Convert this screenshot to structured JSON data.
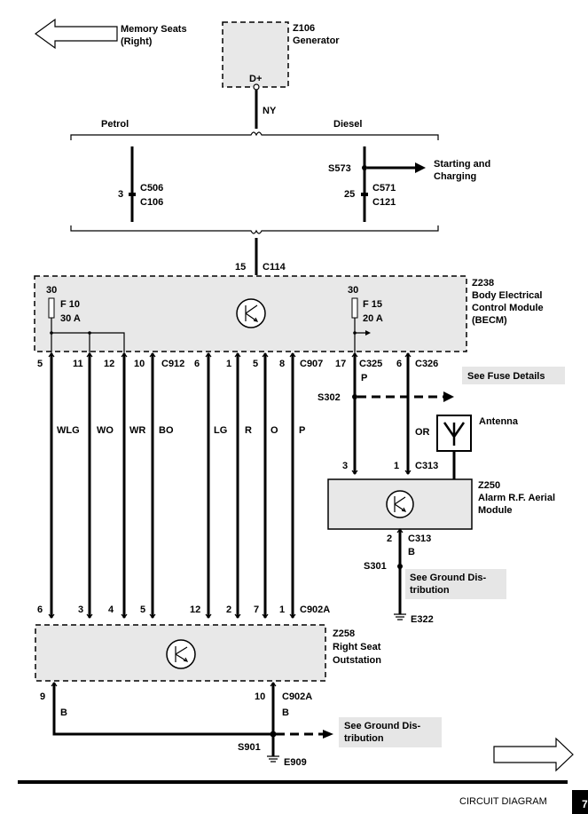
{
  "memory_seats_label": [
    "Memory Seats",
    "(Right)"
  ],
  "generator": {
    "id": "Z106",
    "name": "Generator",
    "pin": "D+"
  },
  "wire_ny": "NY",
  "petrol_label": "Petrol",
  "diesel_label": "Diesel",
  "connectors": {
    "c506": "C506",
    "c106": "C106",
    "petrol_pin": "3",
    "s573": "S573",
    "c571": "C571",
    "c121": "C121",
    "diesel_pin": "25",
    "c114": "C114",
    "c114_pin": "15"
  },
  "starting_charging": [
    "Starting and",
    "Charging"
  ],
  "becm": {
    "id": "Z238",
    "name": [
      "Body Electrical",
      "Control Module",
      "(BECM)"
    ],
    "fuse1": {
      "supply": "30",
      "id": "F 10",
      "rating": "30 A"
    },
    "fuse2": {
      "supply": "30",
      "id": "F 15",
      "rating": "20 A"
    }
  },
  "becm_pins": {
    "c912": [
      "5",
      "11",
      "12",
      "10"
    ],
    "c912_label": "C912",
    "c907": [
      "6",
      "1",
      "5",
      "8"
    ],
    "c907_label": "C907",
    "c325_pin": "17",
    "c325_label": "C325",
    "c325_wire": "P",
    "c326_pin": "6",
    "c326_label": "C326"
  },
  "see_fuse_details": "See Fuse Details",
  "s302": "S302",
  "wire_colors": [
    "WLG",
    "WO",
    "WR",
    "BO",
    "LG",
    "R",
    "O",
    "P"
  ],
  "wire_or": "OR",
  "antenna_label": "Antenna",
  "c313_top": {
    "pin_left": "3",
    "pin_right": "1",
    "label": "C313"
  },
  "alarm": {
    "id": "Z250",
    "name": [
      "Alarm R.F. Aerial",
      "Module"
    ]
  },
  "c313_bottom": {
    "pin": "2",
    "label": "C313",
    "wire": "B"
  },
  "s301": "S301",
  "see_ground_1": [
    "See Ground Dis-",
    "tribution"
  ],
  "e322": "E322",
  "c902a_top_pins": [
    "6",
    "3",
    "4",
    "5",
    "12",
    "2",
    "7",
    "1"
  ],
  "c902a_label": "C902A",
  "seat": {
    "id": "Z258",
    "name": [
      "Right Seat",
      "Outstation"
    ]
  },
  "c902a_bottom": {
    "pin_left": "9",
    "pin_right": "10",
    "label": "C902A",
    "wire_left": "B",
    "wire_right": "B"
  },
  "see_ground_2": [
    "See Ground Dis-",
    "tribution"
  ],
  "s901": "S901",
  "e909": "E909",
  "footer": {
    "title": "CIRCUIT DIAGRAM",
    "page": "7"
  }
}
